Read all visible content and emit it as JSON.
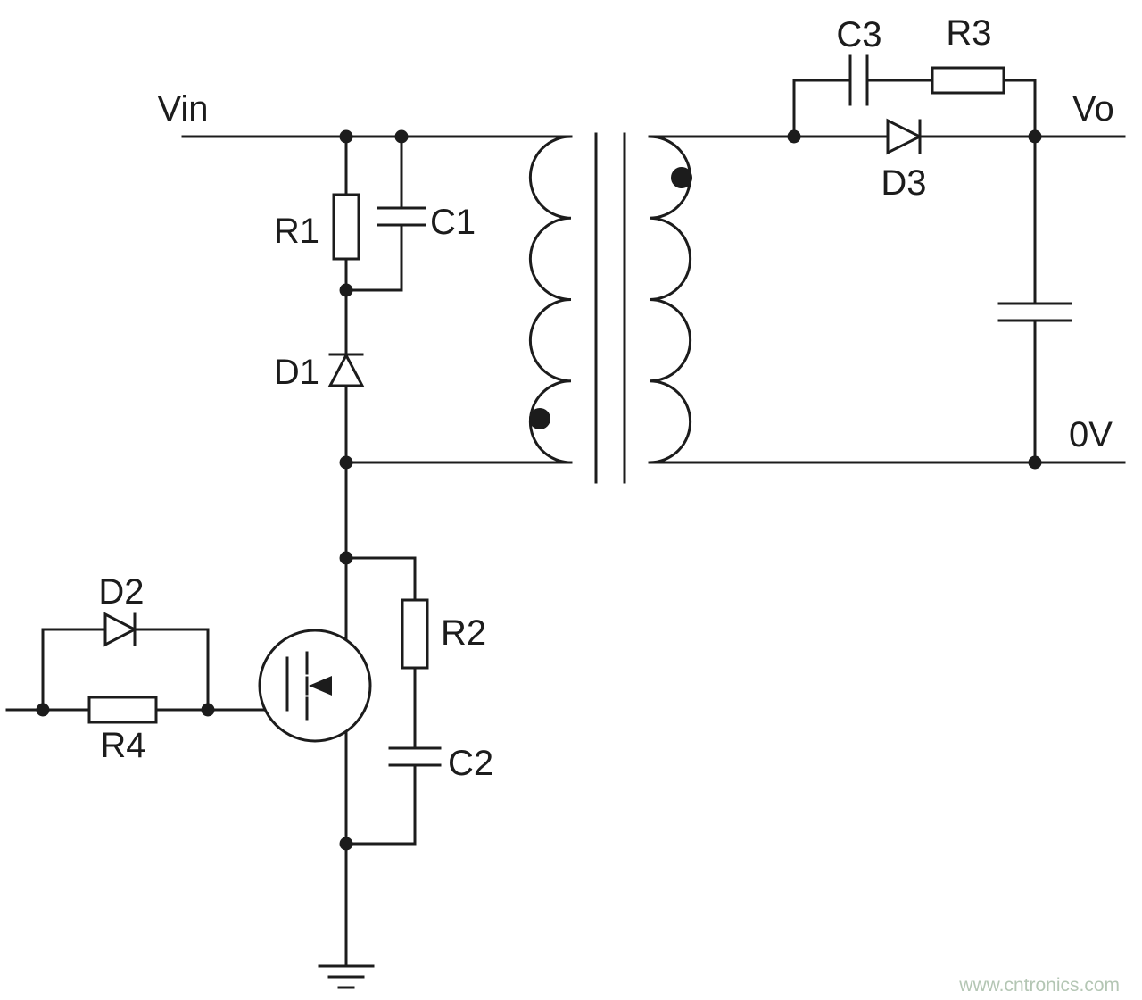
{
  "diagram": {
    "labels": {
      "vin": "Vin",
      "r1": "R1",
      "c1": "C1",
      "d1": "D1",
      "d2": "D2",
      "r4": "R4",
      "r2": "R2",
      "c2": "C2",
      "c3": "C3",
      "r3": "R3",
      "d3": "D3",
      "vo": "Vo",
      "zero_volt": "0V"
    },
    "watermark": "www.cntronics.com",
    "colors": {
      "line": "#1c1c1c",
      "background": "#ffffff",
      "watermark": "#b4c6b4"
    }
  }
}
